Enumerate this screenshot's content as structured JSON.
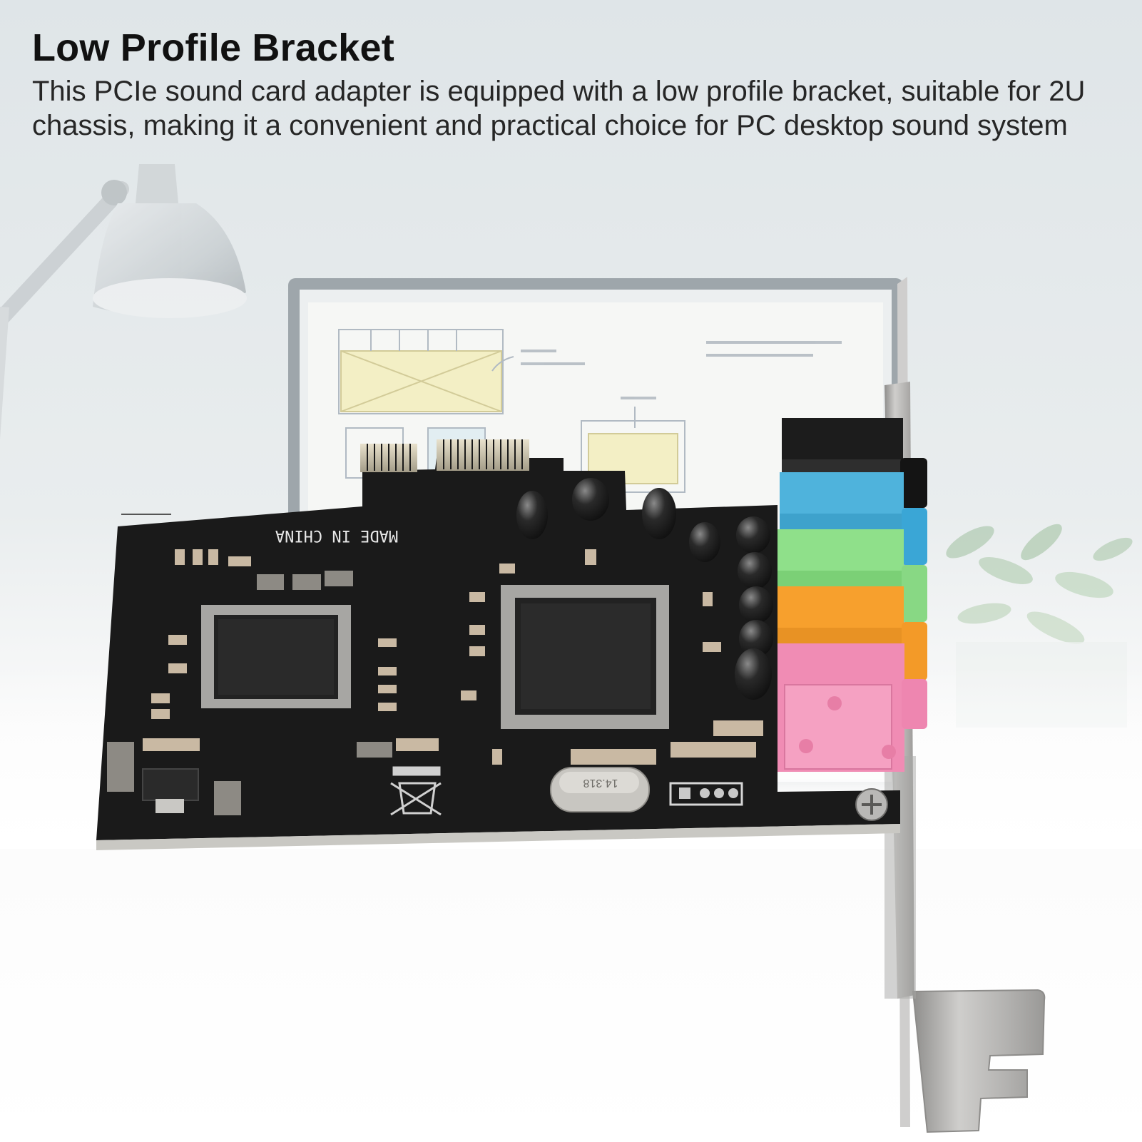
{
  "heading": {
    "title": "Low Profile Bracket",
    "description": "This PCIe sound card adapter is equipped with a low profile bracket, suitable for 2U chassis, making it a convenient and practical choice for PC desktop sound system"
  },
  "product_photo": {
    "subject": "pcie-sound-card-with-low-profile-bracket",
    "board_silkscreen": "MADE IN CHINA",
    "crystal_marking": "14.318",
    "audio_jack_colors": [
      "#1c1c1c",
      "#4fb3dc",
      "#8fe08a",
      "#f7a02d",
      "#f08cb4"
    ],
    "pcb_color": "#1a1a1a",
    "bracket_color": "#b7b6b4"
  },
  "background": {
    "elements": [
      "desk-lamp",
      "monitor",
      "plant"
    ],
    "tone": "#eef1f2"
  }
}
